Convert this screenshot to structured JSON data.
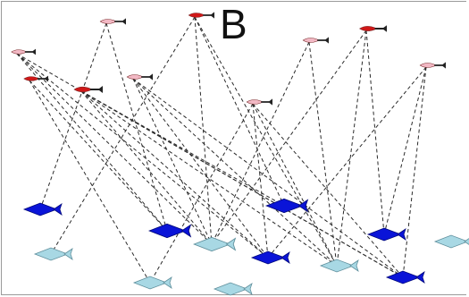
{
  "panel": {
    "label": "B"
  },
  "legend_colors": {
    "edge": "#2a2a2a",
    "top_dark": "#d01818",
    "top_light": "#f2b8c4",
    "bottom_dark": "#0a14d8",
    "bottom_light": "#a8d8e4"
  },
  "diagram": {
    "top_row_fish": [
      {
        "id": "t1",
        "color": "top_light"
      },
      {
        "id": "t2",
        "color": "top_dark"
      },
      {
        "id": "t3",
        "color": "top_light"
      },
      {
        "id": "t4",
        "color": "top_dark"
      },
      {
        "id": "t5",
        "color": "top_light"
      },
      {
        "id": "t6",
        "color": "top_dark"
      },
      {
        "id": "t7",
        "color": "top_light"
      },
      {
        "id": "t8",
        "color": "top_dark"
      },
      {
        "id": "t9",
        "color": "top_light"
      },
      {
        "id": "t10",
        "color": "top_light"
      }
    ],
    "bottom_row_fish": [
      {
        "id": "b1",
        "color": "bottom_dark"
      },
      {
        "id": "b2",
        "color": "bottom_light"
      },
      {
        "id": "b3",
        "color": "bottom_dark"
      },
      {
        "id": "b4",
        "color": "bottom_light"
      },
      {
        "id": "b5",
        "color": "bottom_dark"
      },
      {
        "id": "b6",
        "color": "bottom_dark"
      },
      {
        "id": "b7",
        "color": "bottom_light"
      },
      {
        "id": "b8",
        "color": "bottom_dark"
      },
      {
        "id": "b9",
        "color": "bottom_light"
      },
      {
        "id": "b10",
        "color": "bottom_dark"
      },
      {
        "id": "b11",
        "color": "bottom_light"
      },
      {
        "id": "b12",
        "color": "bottom_light"
      }
    ],
    "edges": [
      [
        "t1",
        "b1"
      ],
      [
        "t2",
        "b2"
      ],
      [
        "t3",
        "b3"
      ],
      [
        "t4",
        "b3"
      ],
      [
        "t4",
        "b7"
      ],
      [
        "t5",
        "b6"
      ],
      [
        "t5",
        "b9"
      ],
      [
        "t6",
        "b5"
      ],
      [
        "t6",
        "b9"
      ],
      [
        "t7",
        "b6"
      ],
      [
        "t7",
        "b9"
      ],
      [
        "t8",
        "b8"
      ],
      [
        "t8",
        "b9"
      ],
      [
        "t9",
        "b9"
      ],
      [
        "t9",
        "b4"
      ],
      [
        "t10",
        "b8"
      ],
      [
        "t10",
        "b6"
      ],
      [
        "t2",
        "b4"
      ],
      [
        "t3",
        "b6"
      ],
      [
        "t5",
        "b4"
      ],
      [
        "t6",
        "b4"
      ],
      [
        "t1",
        "b3"
      ],
      [
        "t3",
        "b4"
      ],
      [
        "t7",
        "b7"
      ],
      [
        "t8",
        "b4"
      ],
      [
        "t2",
        "b9"
      ],
      [
        "t6",
        "b6"
      ],
      [
        "t5",
        "b10"
      ],
      [
        "t10",
        "b10"
      ],
      [
        "t3",
        "b10"
      ],
      [
        "t2",
        "b5"
      ],
      [
        "t7",
        "b10"
      ],
      [
        "t6",
        "b10"
      ]
    ]
  }
}
